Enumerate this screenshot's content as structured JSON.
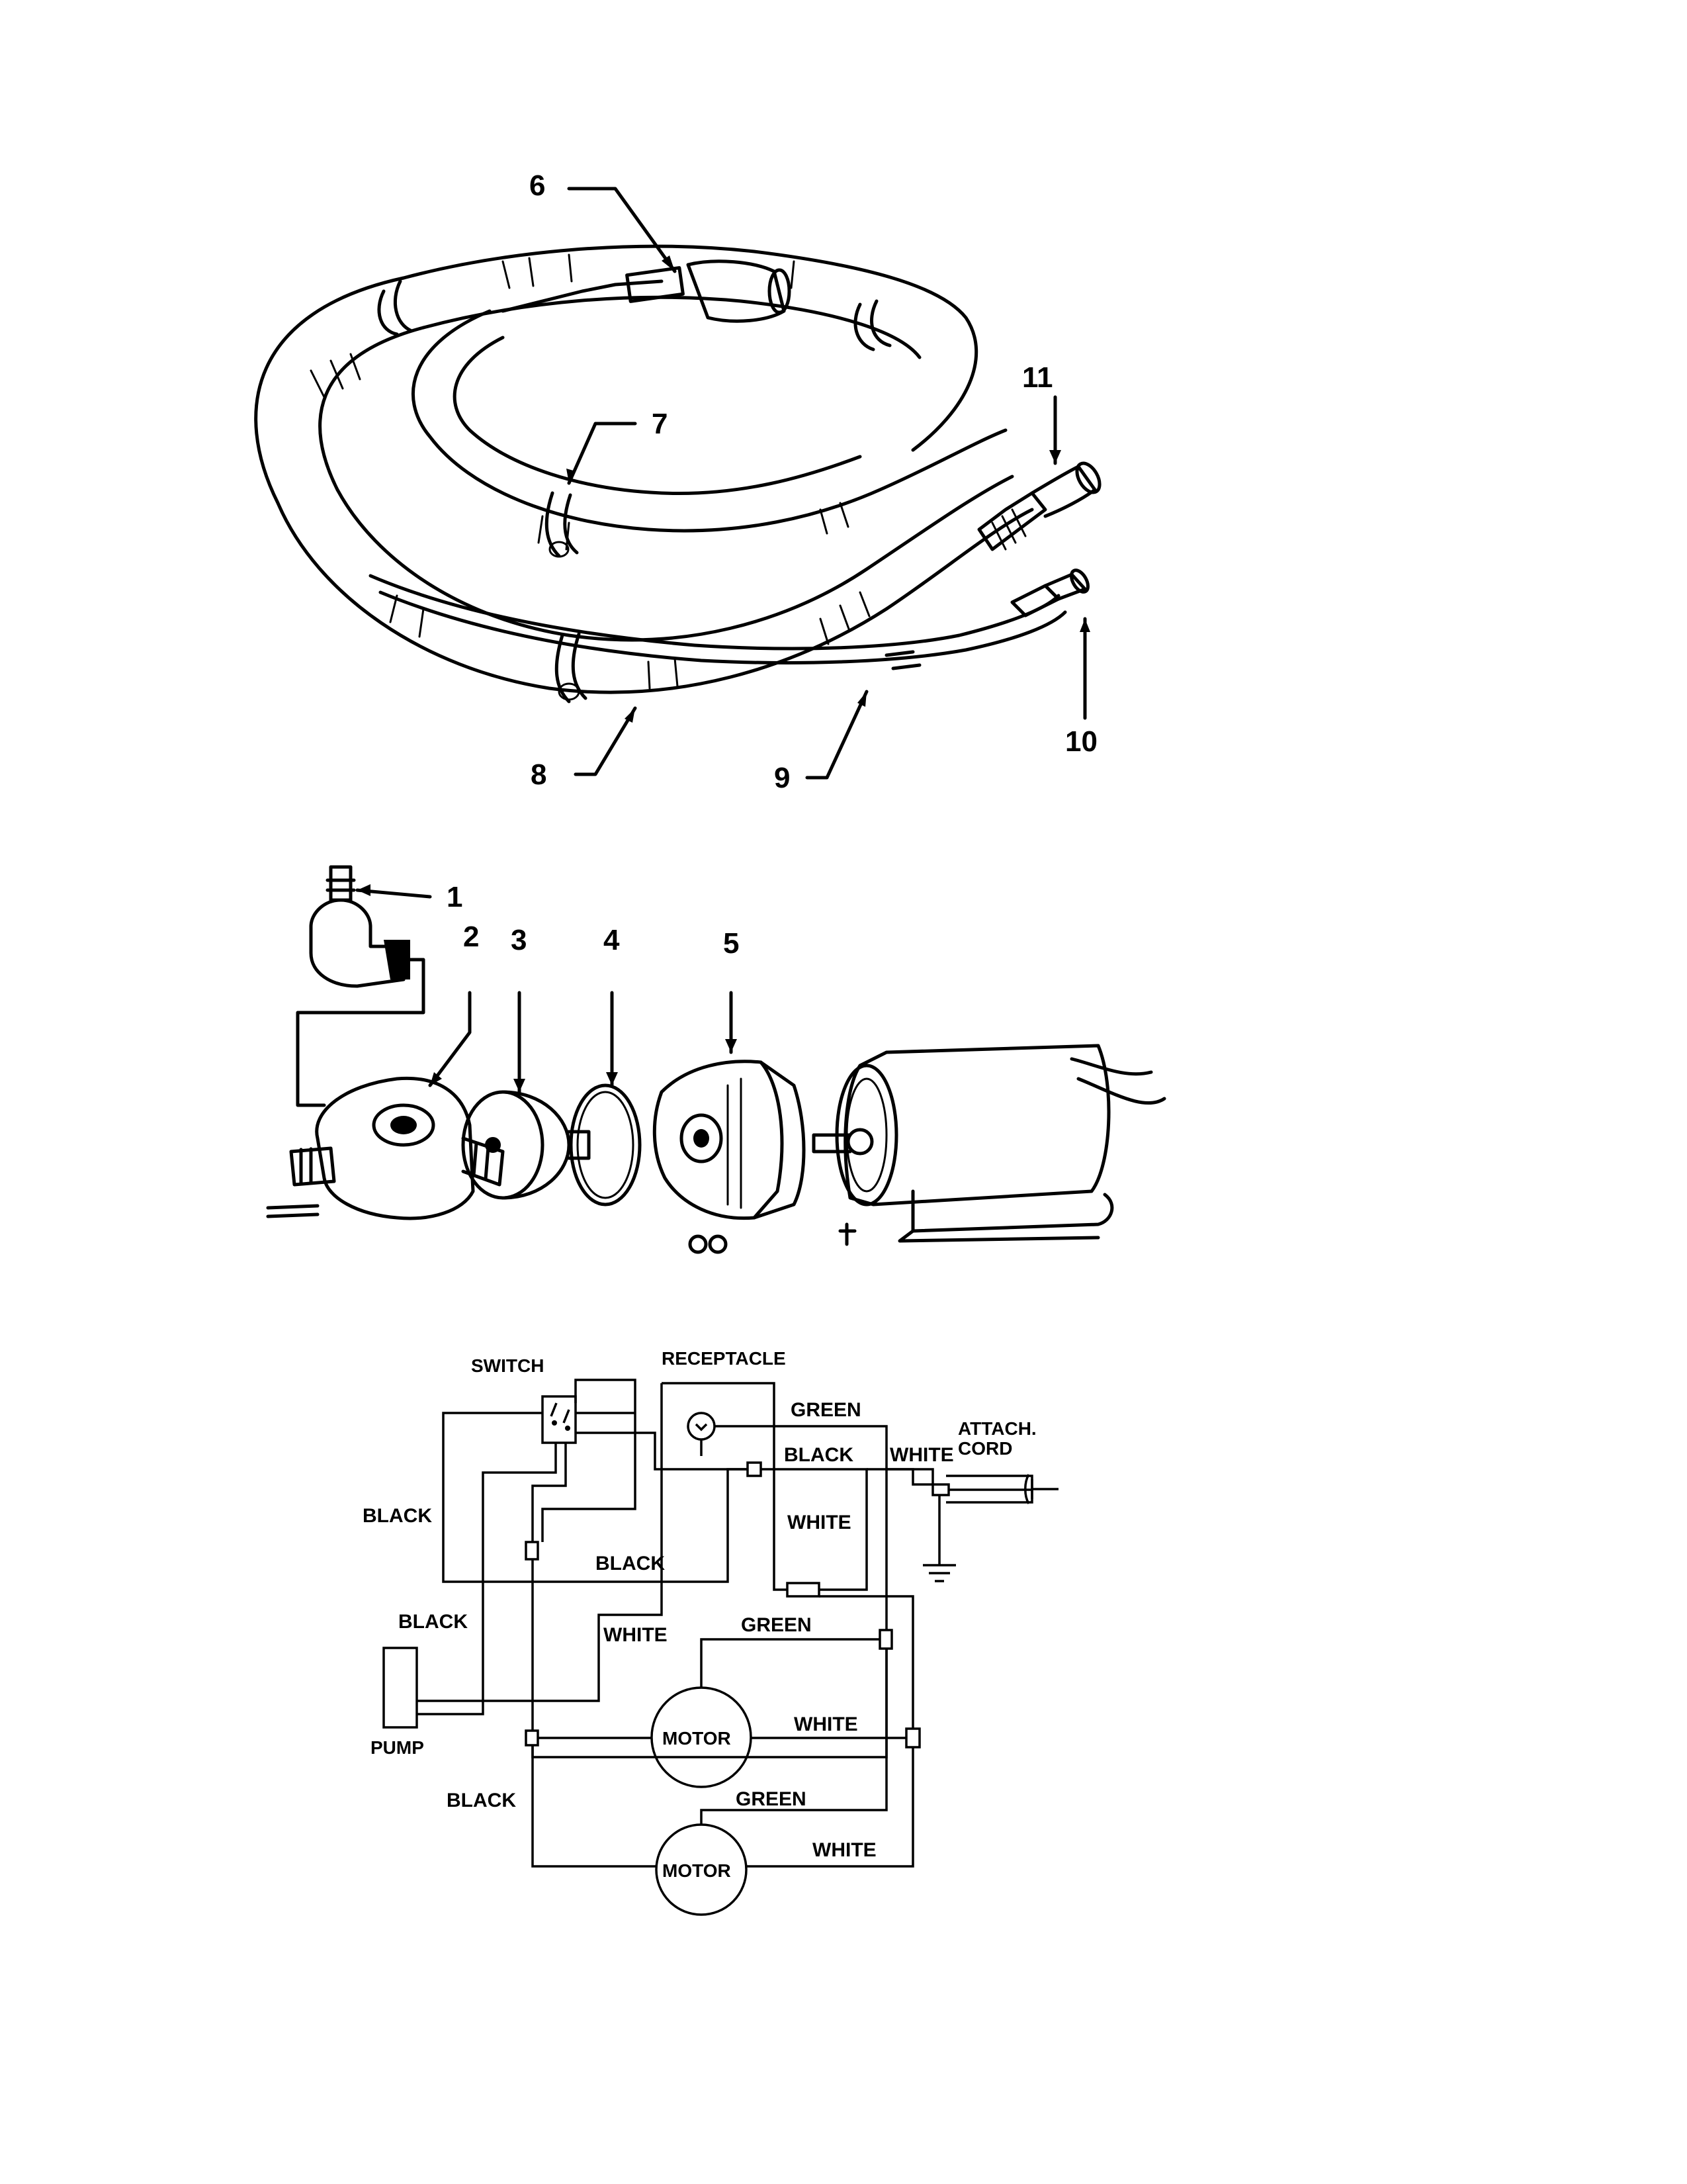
{
  "hose_assembly": {
    "callouts": [
      "6",
      "7",
      "8",
      "9",
      "10",
      "11"
    ]
  },
  "pump_assembly": {
    "callouts": [
      "1",
      "2",
      "3",
      "4",
      "5"
    ]
  },
  "wiring_diagram": {
    "switch_label": "SWITCH",
    "receptacle_label": "RECEPTACLE",
    "attach_cord_label_1": "ATTACH.",
    "attach_cord_label_2": "CORD",
    "pump_label": "PUMP",
    "motor_1_label": "MOTOR",
    "motor_2_label": "MOTOR",
    "wires": {
      "green_top": "GREEN",
      "black_top": "BLACK",
      "white_top": "WHITE",
      "white_receptacle": "WHITE",
      "black_left": "BLACK",
      "black_middle": "BLACK",
      "black_pump": "BLACK",
      "white_pump": "WHITE",
      "green_motor_1": "GREEN",
      "white_motor_1": "WHITE",
      "black_lower": "BLACK",
      "green_motor_2": "GREEN",
      "white_motor_2": "WHITE"
    }
  }
}
